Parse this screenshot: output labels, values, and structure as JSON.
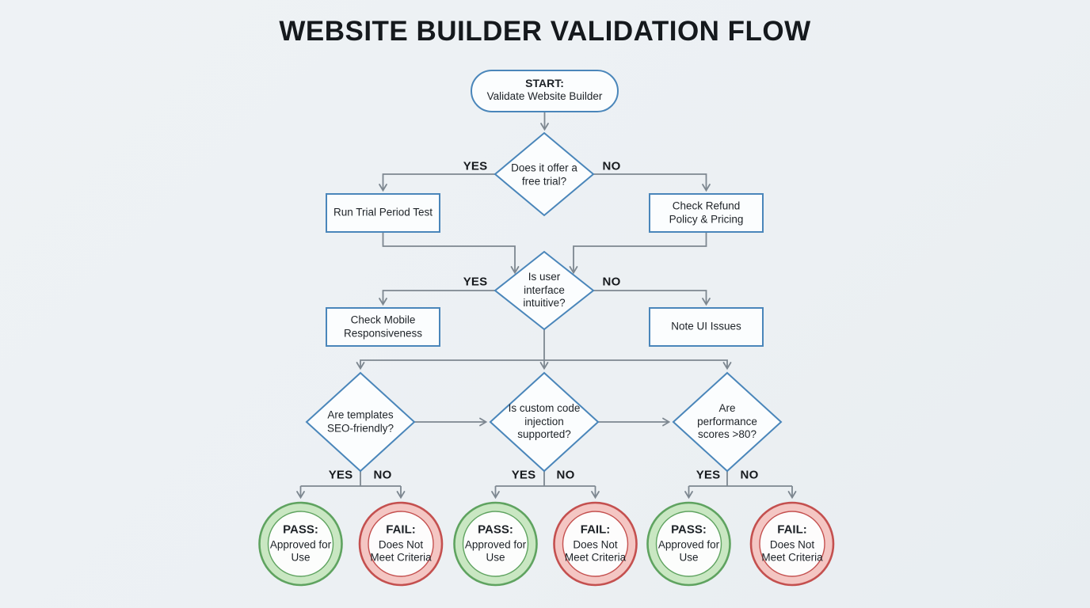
{
  "title": "WEBSITE BUILDER VALIDATION FLOW",
  "branch_labels": {
    "yes": "YES",
    "no": "NO"
  },
  "nodes": {
    "start": {
      "title": "START:",
      "subtitle": "Validate Website Builder"
    },
    "decision_free_trial": {
      "text": "Does it offer a free trial?"
    },
    "process_trial_test": {
      "text": "Run Trial Period Test"
    },
    "process_refund": {
      "text": "Check Refund Policy & Pricing"
    },
    "decision_ui_intuitive": {
      "text": "Is user interface intuitive?"
    },
    "process_mobile": {
      "text": "Check Mobile Responsiveness"
    },
    "process_ui_issues": {
      "text": "Note UI Issues"
    },
    "decision_seo": {
      "text": "Are templates SEO-friendly?"
    },
    "decision_code_injection": {
      "text": "Is custom code injection supported?"
    },
    "decision_performance": {
      "text": "Are performance scores >80?"
    },
    "pass": {
      "title": "PASS:",
      "subtitle": "Approved for Use"
    },
    "fail": {
      "title": "FAIL:",
      "subtitle": "Does Not Meet Criteria"
    }
  },
  "colors": {
    "background": "#edf1f4",
    "node_fill": "#fbfdfe",
    "node_border": "#4a86ba",
    "connector": "#7d8790",
    "text": "#1d2227",
    "pass_border": "#5fa360",
    "pass_ring_fill": "#c9e7c2",
    "fail_border": "#c4504f",
    "fail_ring_fill": "#f4c6c3"
  }
}
